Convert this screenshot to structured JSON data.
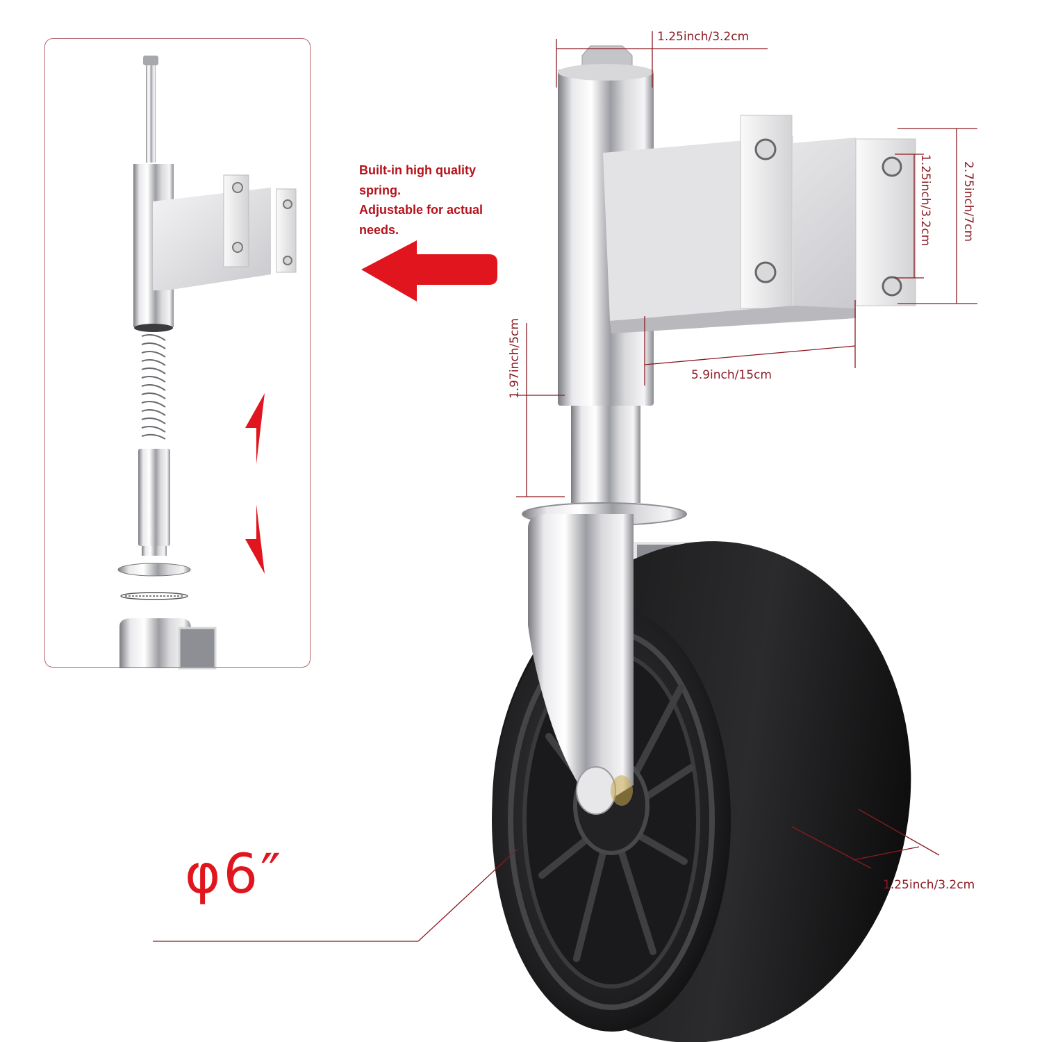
{
  "product": {
    "description": "Trailer swivel jack wheel with spring-loaded mount, exploded view and dimensions"
  },
  "callout": {
    "lines": [
      "Built-in high quality",
      "spring.",
      "Adjustable for actual",
      "needs."
    ],
    "color": "#b5121b"
  },
  "dimensions": {
    "top_bolt_width": "1.25inch/3.2cm",
    "bracket_hole_spacing": "1.25inch/3.2cm",
    "bracket_height": "2.75inch/7cm",
    "bracket_length": "5.9inch/15cm",
    "stem_height": "1.97inch/5cm",
    "wheel_width": "1.25inch/3.2cm",
    "wheel_diameter": "φ6″"
  },
  "colors": {
    "dimension_line": "#8a1a22",
    "accent_red": "#e1151d",
    "inset_border": "#b7676b",
    "chrome_light": "#f2f2f4",
    "chrome_dark": "#6e6f74",
    "tire": "#1c1c1e"
  },
  "icons": {
    "left_arrow": "arrow-left-icon",
    "up_arrow": "arrow-up-icon",
    "down_arrow": "arrow-down-icon"
  }
}
